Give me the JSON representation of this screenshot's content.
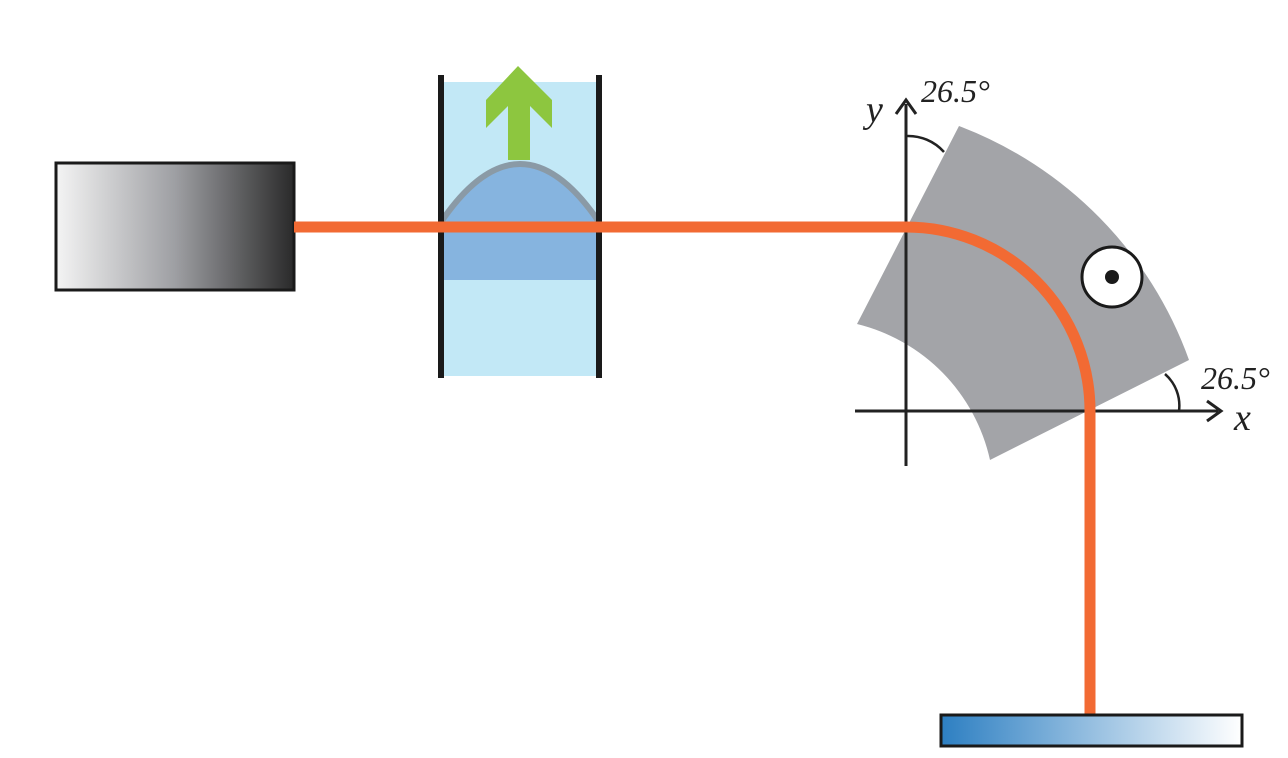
{
  "axes": {
    "x_label": "x",
    "y_label": "y"
  },
  "angles": {
    "top_label": "26.5°",
    "right_label": "26.5°"
  },
  "icons": {
    "source": "beam-source-box",
    "cell": "fluid-cell",
    "flow_arrow": "up-arrow-icon",
    "sector": "magnet-sector",
    "field": "field-out-of-page-icon",
    "detector": "detector-plate"
  },
  "colors": {
    "beam": "#f26a33",
    "magnet": "#a3a4a8",
    "cell_fluid": "#c2e8f6",
    "cell_dome": "#86b4df",
    "dome_outline": "#8a9aa6",
    "arrow": "#8dc63f",
    "wall": "#1a1a1a",
    "axis": "#222222",
    "detector_start": "#2d7fc2",
    "detector_end": "#ffffff",
    "source_start": "#f4f4f4",
    "source_end": "#2a2a2a"
  }
}
